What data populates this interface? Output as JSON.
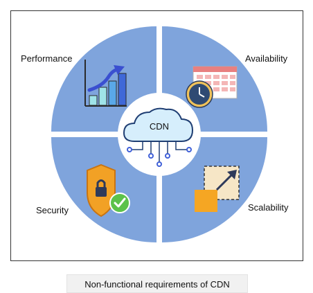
{
  "center": {
    "label": "CDN"
  },
  "quadrants": {
    "top_left": {
      "label": "Performance",
      "icon": "bar-chart-growth-icon"
    },
    "top_right": {
      "label": "Availability",
      "icon": "calendar-clock-icon"
    },
    "bottom_left": {
      "label": "Security",
      "icon": "shield-lock-check-icon"
    },
    "bottom_right": {
      "label": "Scalability",
      "icon": "resize-scale-icon"
    }
  },
  "caption": "Non-functional requirements of CDN",
  "colors": {
    "quadrant_fill": "#7fa4dc",
    "hub_fill": "#ffffff",
    "cloud_fill": "#d6eefc",
    "cloud_stroke": "#1f3e73",
    "accent_blue": "#4060d8"
  }
}
